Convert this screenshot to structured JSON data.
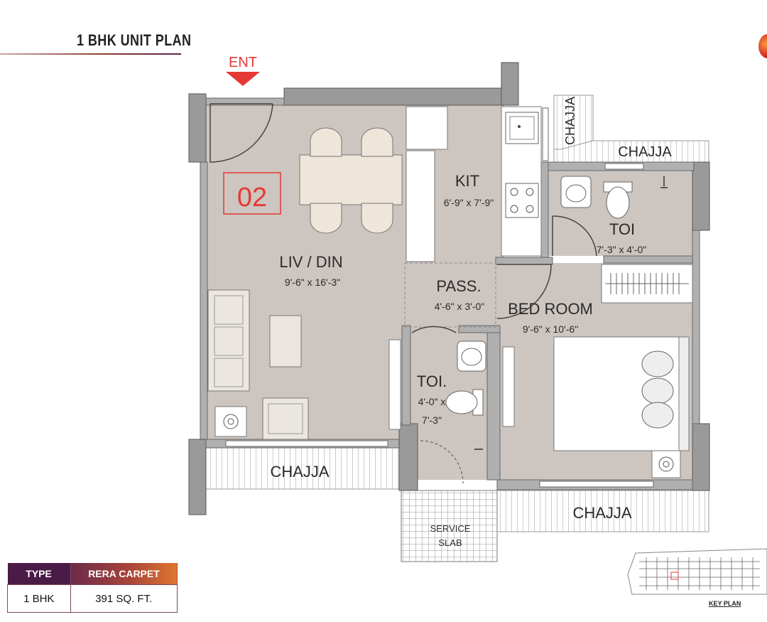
{
  "header": {
    "title": "1 BHK UNIT PLAN"
  },
  "entry": {
    "label": "ENT"
  },
  "unit": {
    "number": "02"
  },
  "rooms": {
    "living": {
      "name": "LIV / DIN",
      "size": "9'-6\" x 16'-3\""
    },
    "kitchen": {
      "name": "KIT",
      "size": "6'-9\" x 7'-9\""
    },
    "toilet_main": {
      "name": "TOI",
      "size": "7'-3\" x 4'-0\""
    },
    "passage": {
      "name": "PASS.",
      "size": "4'-6\" x 3'-0\""
    },
    "bedroom": {
      "name": "BED ROOM",
      "size": "9'-6\" x 10'-6\""
    },
    "toilet_small": {
      "name": "TOI.",
      "size_line1": "4'-0\" x",
      "size_line2": "7'-3\""
    },
    "service": {
      "line1": "SERVICE",
      "line2": "SLAB"
    }
  },
  "chajja": {
    "top_right": "CHAJJA",
    "vertical": "CHAJJA",
    "bottom_left": "CHAJJA",
    "bottom_right": "CHAJJA"
  },
  "table": {
    "headers": [
      "TYPE",
      "RERA CARPET"
    ],
    "row": [
      "1 BHK",
      "391 SQ. FT."
    ]
  },
  "key_plan": {
    "label": "KEY PLAN"
  },
  "colors": {
    "floor": "#cdc5c0",
    "wall": "#9a9a9a",
    "accent_red": "#e53935",
    "brand_purple": "#4b1b48",
    "brand_orange": "#e0762f"
  }
}
